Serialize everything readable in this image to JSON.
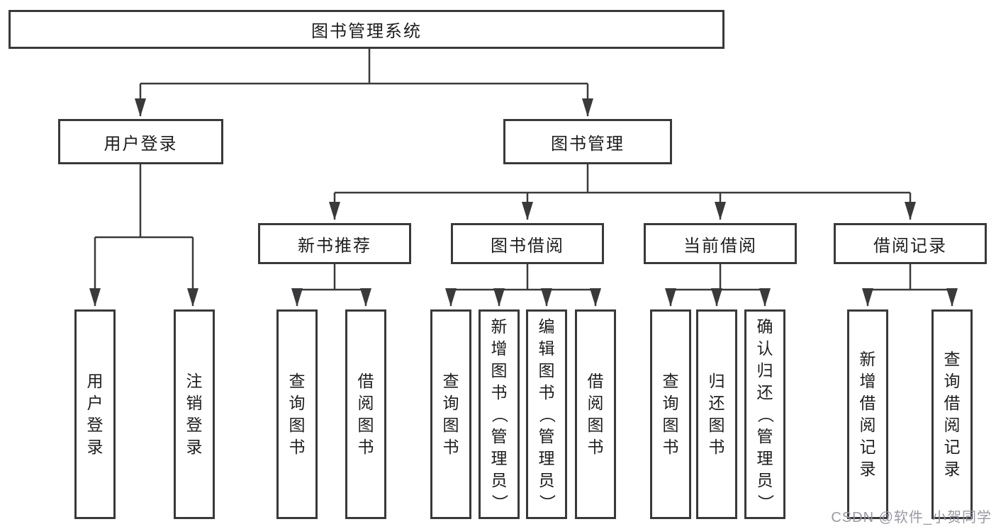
{
  "tree": {
    "root": {
      "label": "图书管理系统"
    },
    "branches": [
      {
        "label": "用户登录",
        "children": [
          "用户登录",
          "注销登录"
        ]
      },
      {
        "label": "图书管理",
        "groups": [
          {
            "label": "新书推荐",
            "children": [
              "查询图书",
              "借阅图书"
            ]
          },
          {
            "label": "图书借阅",
            "children": [
              "查询图书",
              "新增图书（管理员）",
              "编辑图书（管理员）",
              "借阅图书"
            ]
          },
          {
            "label": "当前借阅",
            "children": [
              "查询图书",
              "归还图书",
              "确认归还（管理员）"
            ]
          },
          {
            "label": "借阅记录",
            "children": [
              "新增借阅记录",
              "查询借阅记录"
            ]
          }
        ]
      }
    ]
  },
  "watermark": {
    "text": "CSDN @软件_小贺同学"
  },
  "colors": {
    "line": "#3a3a3c",
    "box_border": "#39393b",
    "text": "#1d1d1f",
    "watermark": "#94949e",
    "background": "#ffffff"
  }
}
